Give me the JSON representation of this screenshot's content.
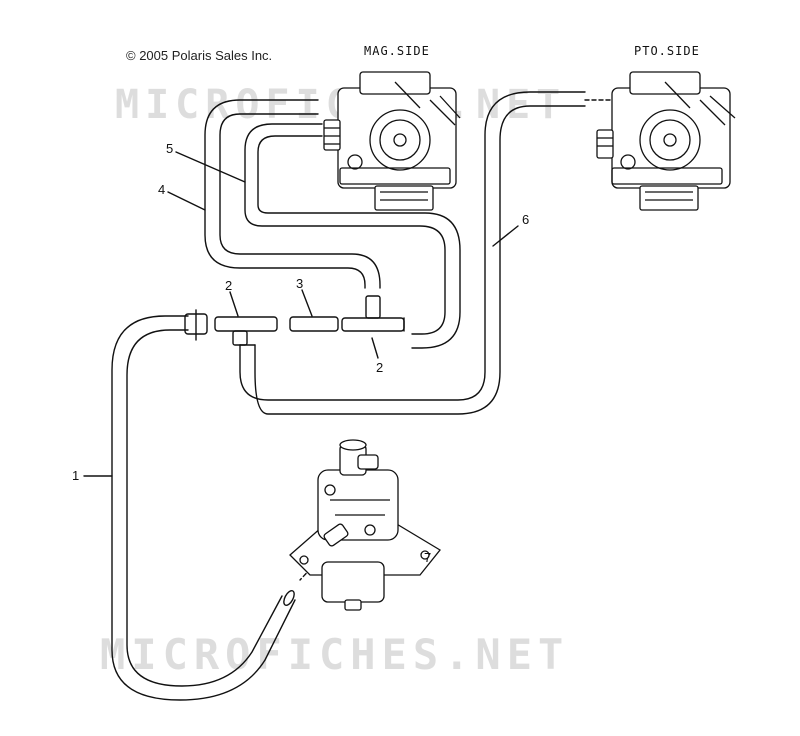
{
  "copyright": "© 2005 Polaris Sales Inc.",
  "labels": {
    "mag_side": "MAG.SIDE",
    "pto_side": "PTO.SIDE"
  },
  "callouts": {
    "c1": "1",
    "c2a": "2",
    "c2b": "2",
    "c3": "3",
    "c4": "4",
    "c5": "5",
    "c6": "6",
    "c7": "7"
  },
  "watermarks": {
    "top": "MICROFICHES.NET",
    "bottom": "MICROFICHES.NET"
  }
}
